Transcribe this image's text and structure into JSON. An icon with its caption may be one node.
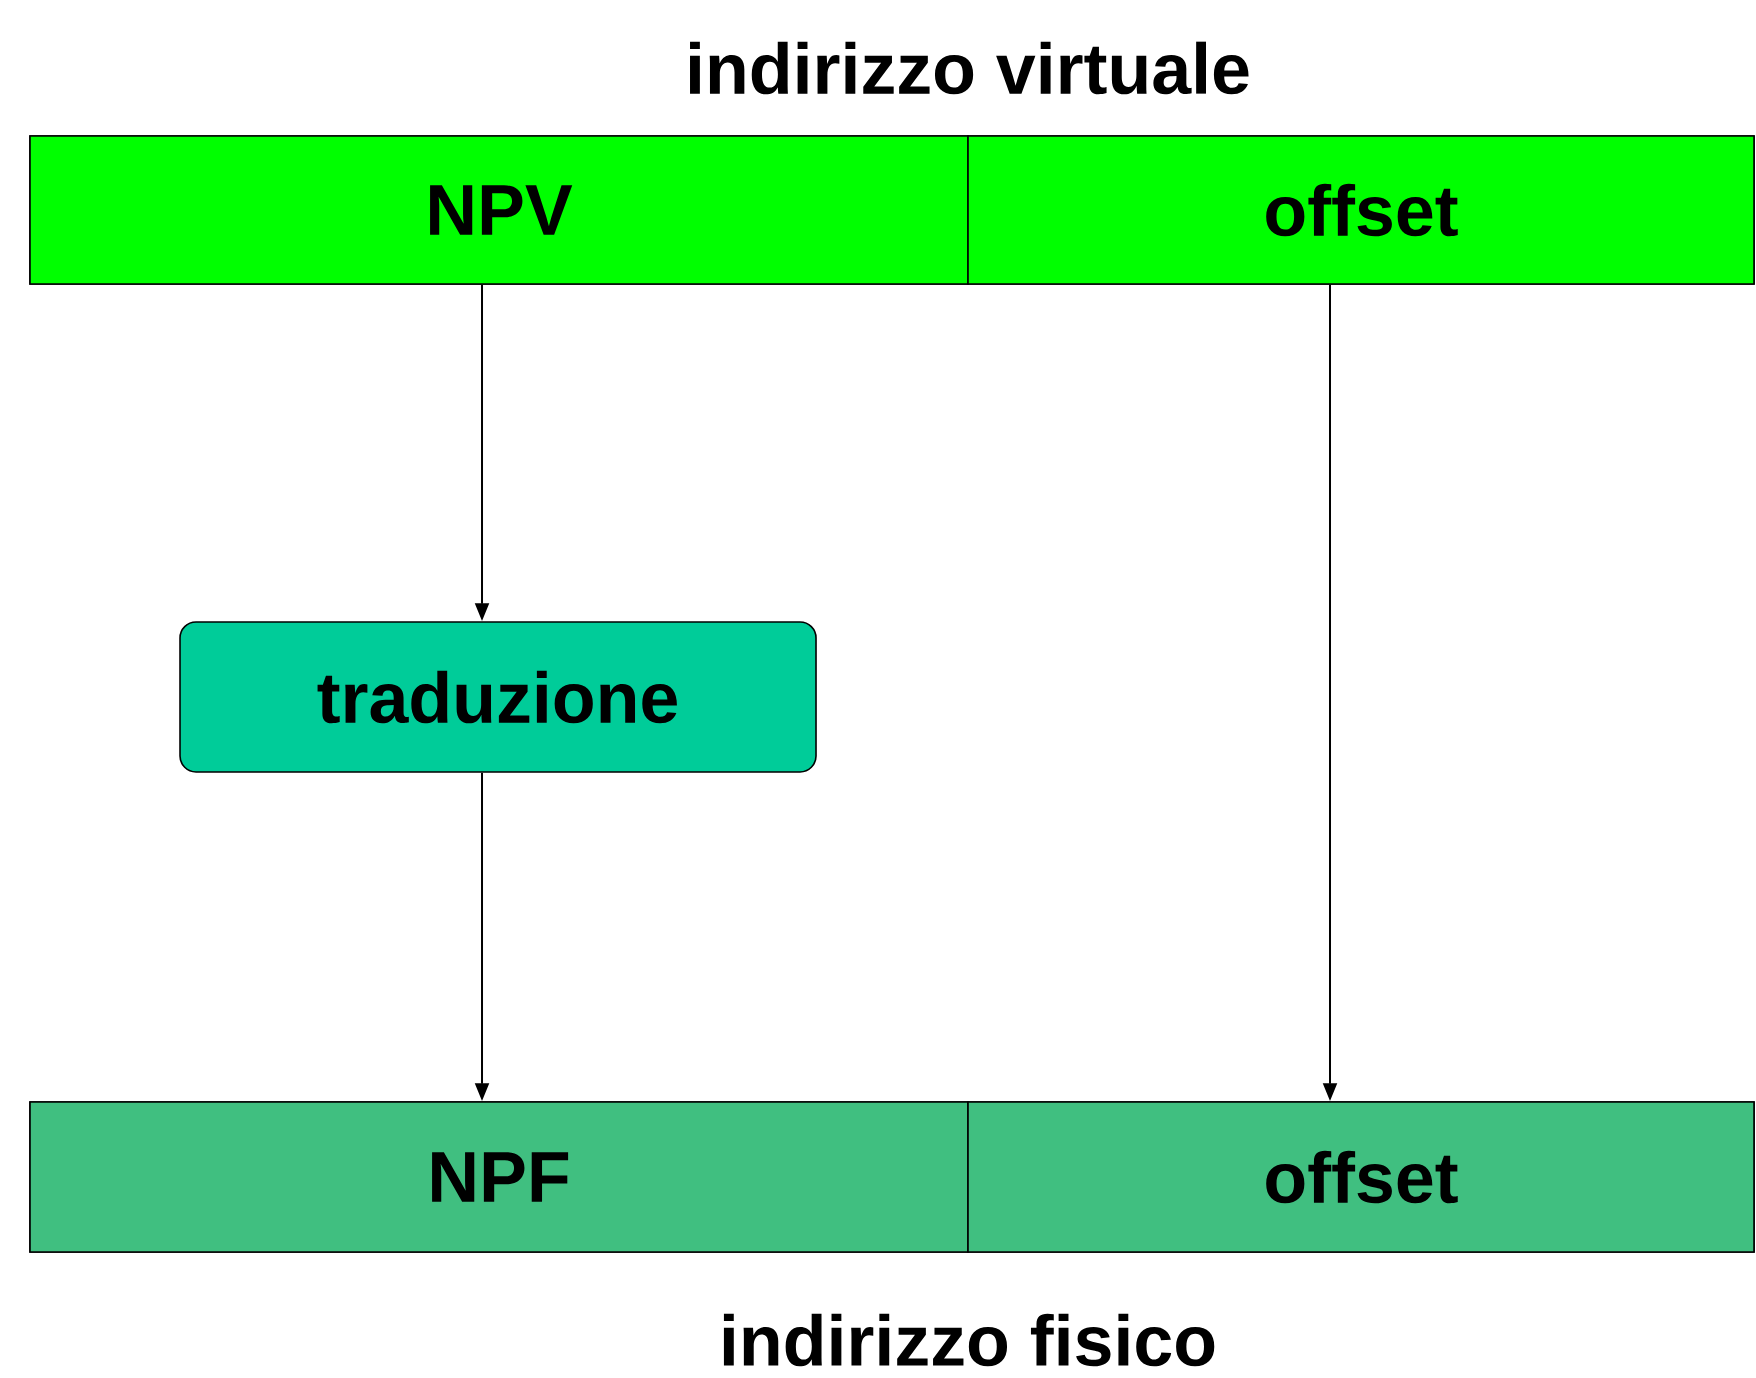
{
  "diagram": {
    "nodes": [
      {
        "text": [
          "indirizzo virtuale"
        ]
      },
      {
        "text": [
          "NPV"
        ],
        "in": 0
      },
      {
        "text": [
          "offset"
        ],
        "in": 0
      },
      {
        "text": [
          "traduzione"
        ]
      },
      {
        "text": [
          "indirizzo fisico"
        ]
      },
      {
        "text": [
          "NPF"
        ],
        "in": 4
      },
      {
        "text": [
          "offset"
        ],
        "in": 4
      }
    ],
    "edges": [
      {
        "from": 1,
        "to": 3,
        "arrow": "to"
      },
      {
        "from": 3,
        "to": 5,
        "arrow": "to"
      },
      {
        "from": 2,
        "to": 6,
        "arrow": "to"
      }
    ]
  }
}
